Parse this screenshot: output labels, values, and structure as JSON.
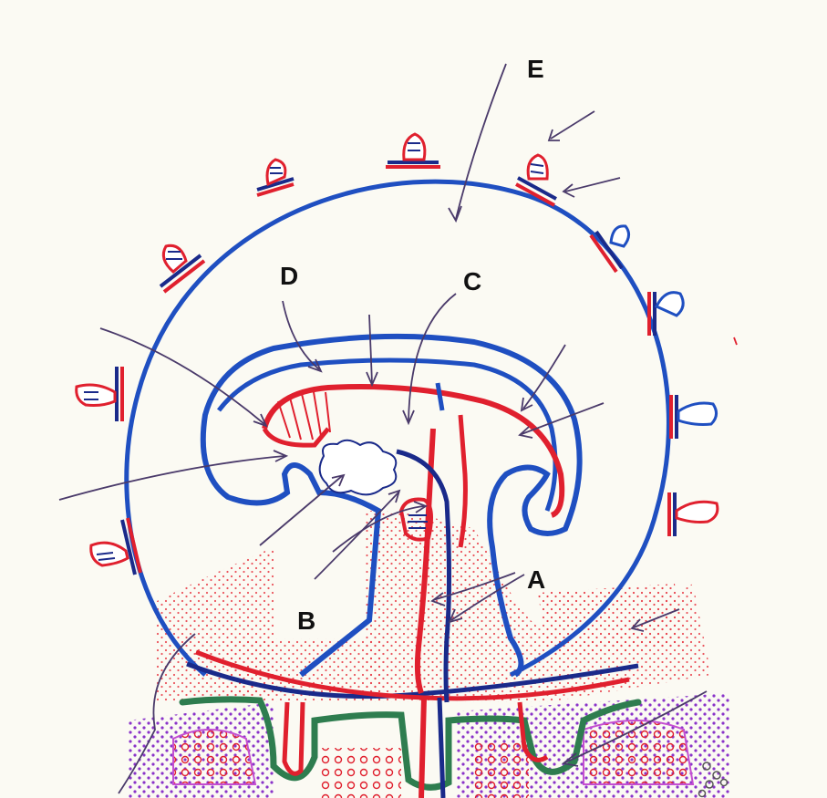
{
  "labels": {
    "a": "A",
    "b": "B",
    "c": "C",
    "d": "D",
    "e": "E"
  },
  "colors": {
    "paper": "#fbfaf3",
    "blue_ink": "#1f4fc1",
    "navy_ink": "#1a2a8a",
    "red_ink": "#e0202e",
    "green_ink": "#2e7d4f",
    "purple_ink": "#8a33c9",
    "pointer_ink": "#4a3a6a"
  }
}
